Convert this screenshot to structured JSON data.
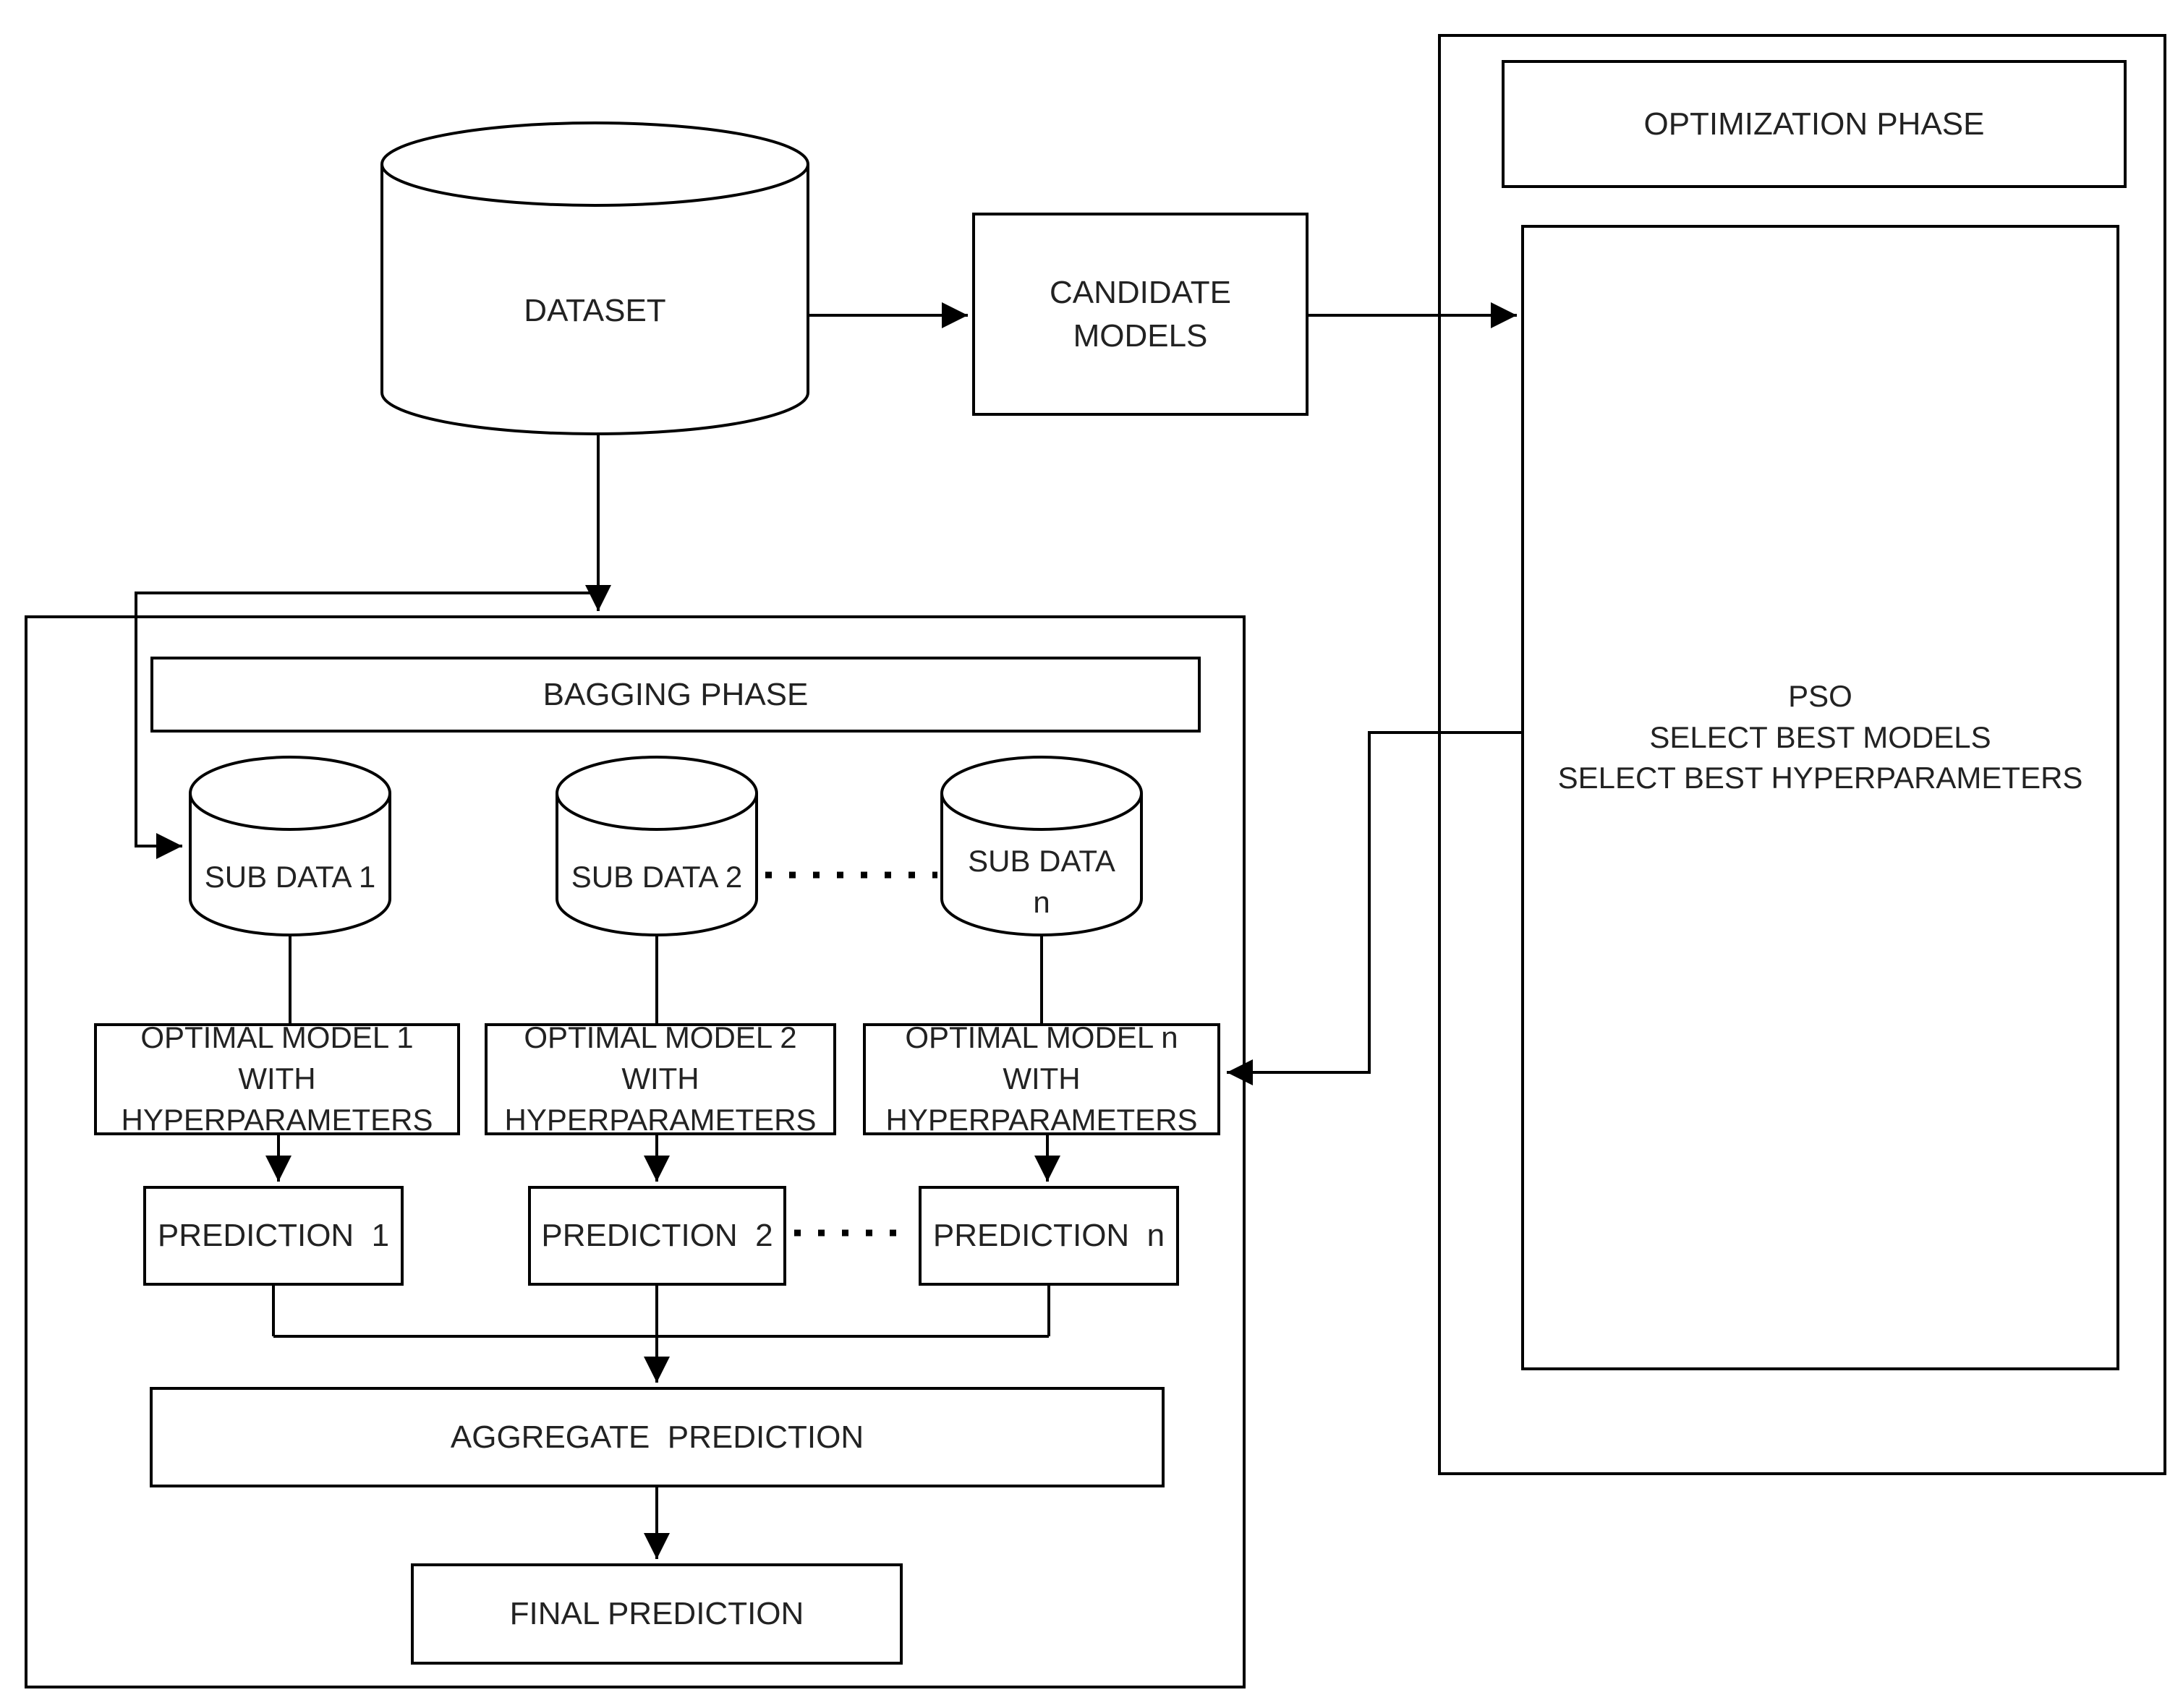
{
  "page": {
    "background": "#ffffff",
    "line_color": "#000000",
    "text_color": "#222222"
  },
  "nodes": {
    "dataset": {
      "label": "DATASET"
    },
    "candidate_models": {
      "lines": [
        "CANDIDATE",
        "MODELS"
      ]
    },
    "optimization_phase": {
      "title": "OPTIMIZATION PHASE"
    },
    "pso": {
      "lines": [
        "PSO",
        "SELECT BEST MODELS",
        "SELECT BEST HYPERPARAMETERS"
      ]
    },
    "bagging_phase": {
      "title": "BAGGING PHASE"
    },
    "sub_data_1": {
      "label": "SUB DATA 1"
    },
    "sub_data_2": {
      "label": "SUB DATA 2"
    },
    "sub_data_n": {
      "lines": [
        "SUB DATA",
        "n"
      ]
    },
    "optimal_model_1": {
      "lines": [
        "OPTIMAL MODEL 1",
        "WITH",
        "HYPERPARAMETERS"
      ]
    },
    "optimal_model_2": {
      "lines": [
        "OPTIMAL MODEL 2",
        "WITH",
        "HYPERPARAMETERS"
      ]
    },
    "optimal_model_n": {
      "lines": [
        "OPTIMAL MODEL n",
        "WITH",
        "HYPERPARAMETERS"
      ]
    },
    "prediction_1": {
      "label": "PREDICTION  1"
    },
    "prediction_2": {
      "label": "PREDICTION  2"
    },
    "prediction_n": {
      "label": "PREDICTION  n"
    },
    "aggregate_prediction": {
      "label": "AGGREGATE  PREDICTION"
    },
    "final_prediction": {
      "label": "FINAL PREDICTION"
    }
  }
}
